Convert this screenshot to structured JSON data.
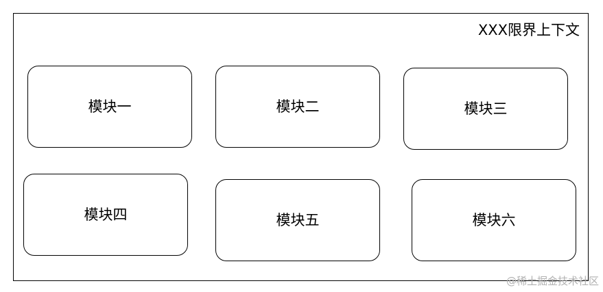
{
  "context": {
    "label": "XXX限界上下文"
  },
  "modules": [
    {
      "label": "模块一"
    },
    {
      "label": "模块二"
    },
    {
      "label": "模块三"
    },
    {
      "label": "模块四"
    },
    {
      "label": "模块五"
    },
    {
      "label": "模块六"
    }
  ],
  "watermark": "@稀土掘金技术社区",
  "colors": {
    "stroke": "#000000",
    "background": "#ffffff",
    "watermark": "#b0b0b0"
  }
}
